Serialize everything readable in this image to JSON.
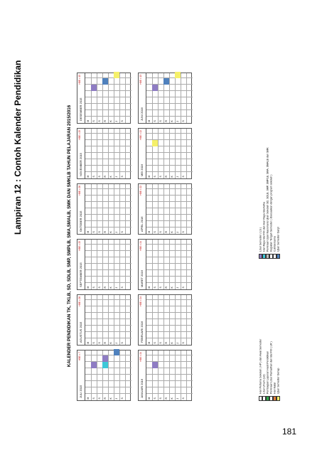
{
  "heading": "Lampiran 12 : Contoh Kalender Pendidikan",
  "calendar_title": "KALENDER PENDIDIKAN TK, TKLB, SD, SDLB, SMP, SMPLB, SMA,SMALB, SMK DAN SMKLB TAHUN PELAJARAN 2015/2016",
  "months_row1": [
    {
      "name": "JULI 2015",
      "heb": "HBE = 7",
      "fill": [
        "#8e7cc3",
        "#8e7cc3",
        "#4f81bd",
        "#3ec8d8"
      ]
    },
    {
      "name": "AGUSTUS 2015",
      "heb": "HBE = 26",
      "fill": []
    },
    {
      "name": "SEPTEMBER 2015",
      "heb": "HBE = 25",
      "fill": []
    },
    {
      "name": "OKTOBER 2015",
      "heb": "HBE = 26",
      "fill": []
    },
    {
      "name": "NOVEMBER 2015",
      "heb": "HBE = 25",
      "fill": []
    },
    {
      "name": "DESEMBER 2015",
      "heb": "HBE = 15",
      "fill": [
        "#8e7cc3",
        "#4f81bd",
        "#f5f06a"
      ]
    }
  ],
  "months_row2": [
    {
      "name": "JANUARI 2016",
      "heb": "HBE = 24",
      "fill": [
        "#8e7cc3"
      ]
    },
    {
      "name": "FEBRUARI 2016",
      "heb": "HBE = 24",
      "fill": []
    },
    {
      "name": "MARET 2016",
      "heb": "HBE = 24",
      "fill": []
    },
    {
      "name": "APRIL 2016",
      "heb": "HBE = 22",
      "fill": []
    },
    {
      "name": "MEI 2016",
      "heb": "HBE = 22",
      "fill": [
        "#f5f06a"
      ]
    },
    {
      "name": "JUNI 2016",
      "heb": "HBE = 13",
      "fill": [
        "#8e7cc3",
        "#4f81bd",
        "#f5f06a"
      ]
    }
  ],
  "legend": [
    "Hari Pertama Sekolah ( HP ) dan Awal Semester",
    "Libur Umum (LU)",
    "Pembagian Laporan Hasil Pendidikan",
    "Perkiraan Libur Ramadhan dan Idul Fitri ( LR )",
    "Hari Natal",
    "Ujian Semester Genap",
    "Libur Semester ( LS )",
    "Hari Raya Idul Fitri dan Hari Raya Idul Adha",
    "Perkiraan Ujian Nasional & Ujian Sekolah SD, SDLB, SMP, SMPLB, SMA, SMALB dan SMK",
    "Kegiatan Tengah Semester ( disesuaikan dengan program sekolah )",
    "Cuti Bersama",
    "Ujian Semester Ganjil"
  ],
  "days": [
    "M",
    "S",
    "S",
    "R",
    "K",
    "J",
    "S"
  ],
  "page_number": "181",
  "colors": {
    "purple": "#8e7cc3",
    "blue": "#4f81bd",
    "cyan": "#3ec8d8",
    "yellow": "#f5f06a",
    "green": "#2ea84a",
    "orange": "#e07b39"
  }
}
